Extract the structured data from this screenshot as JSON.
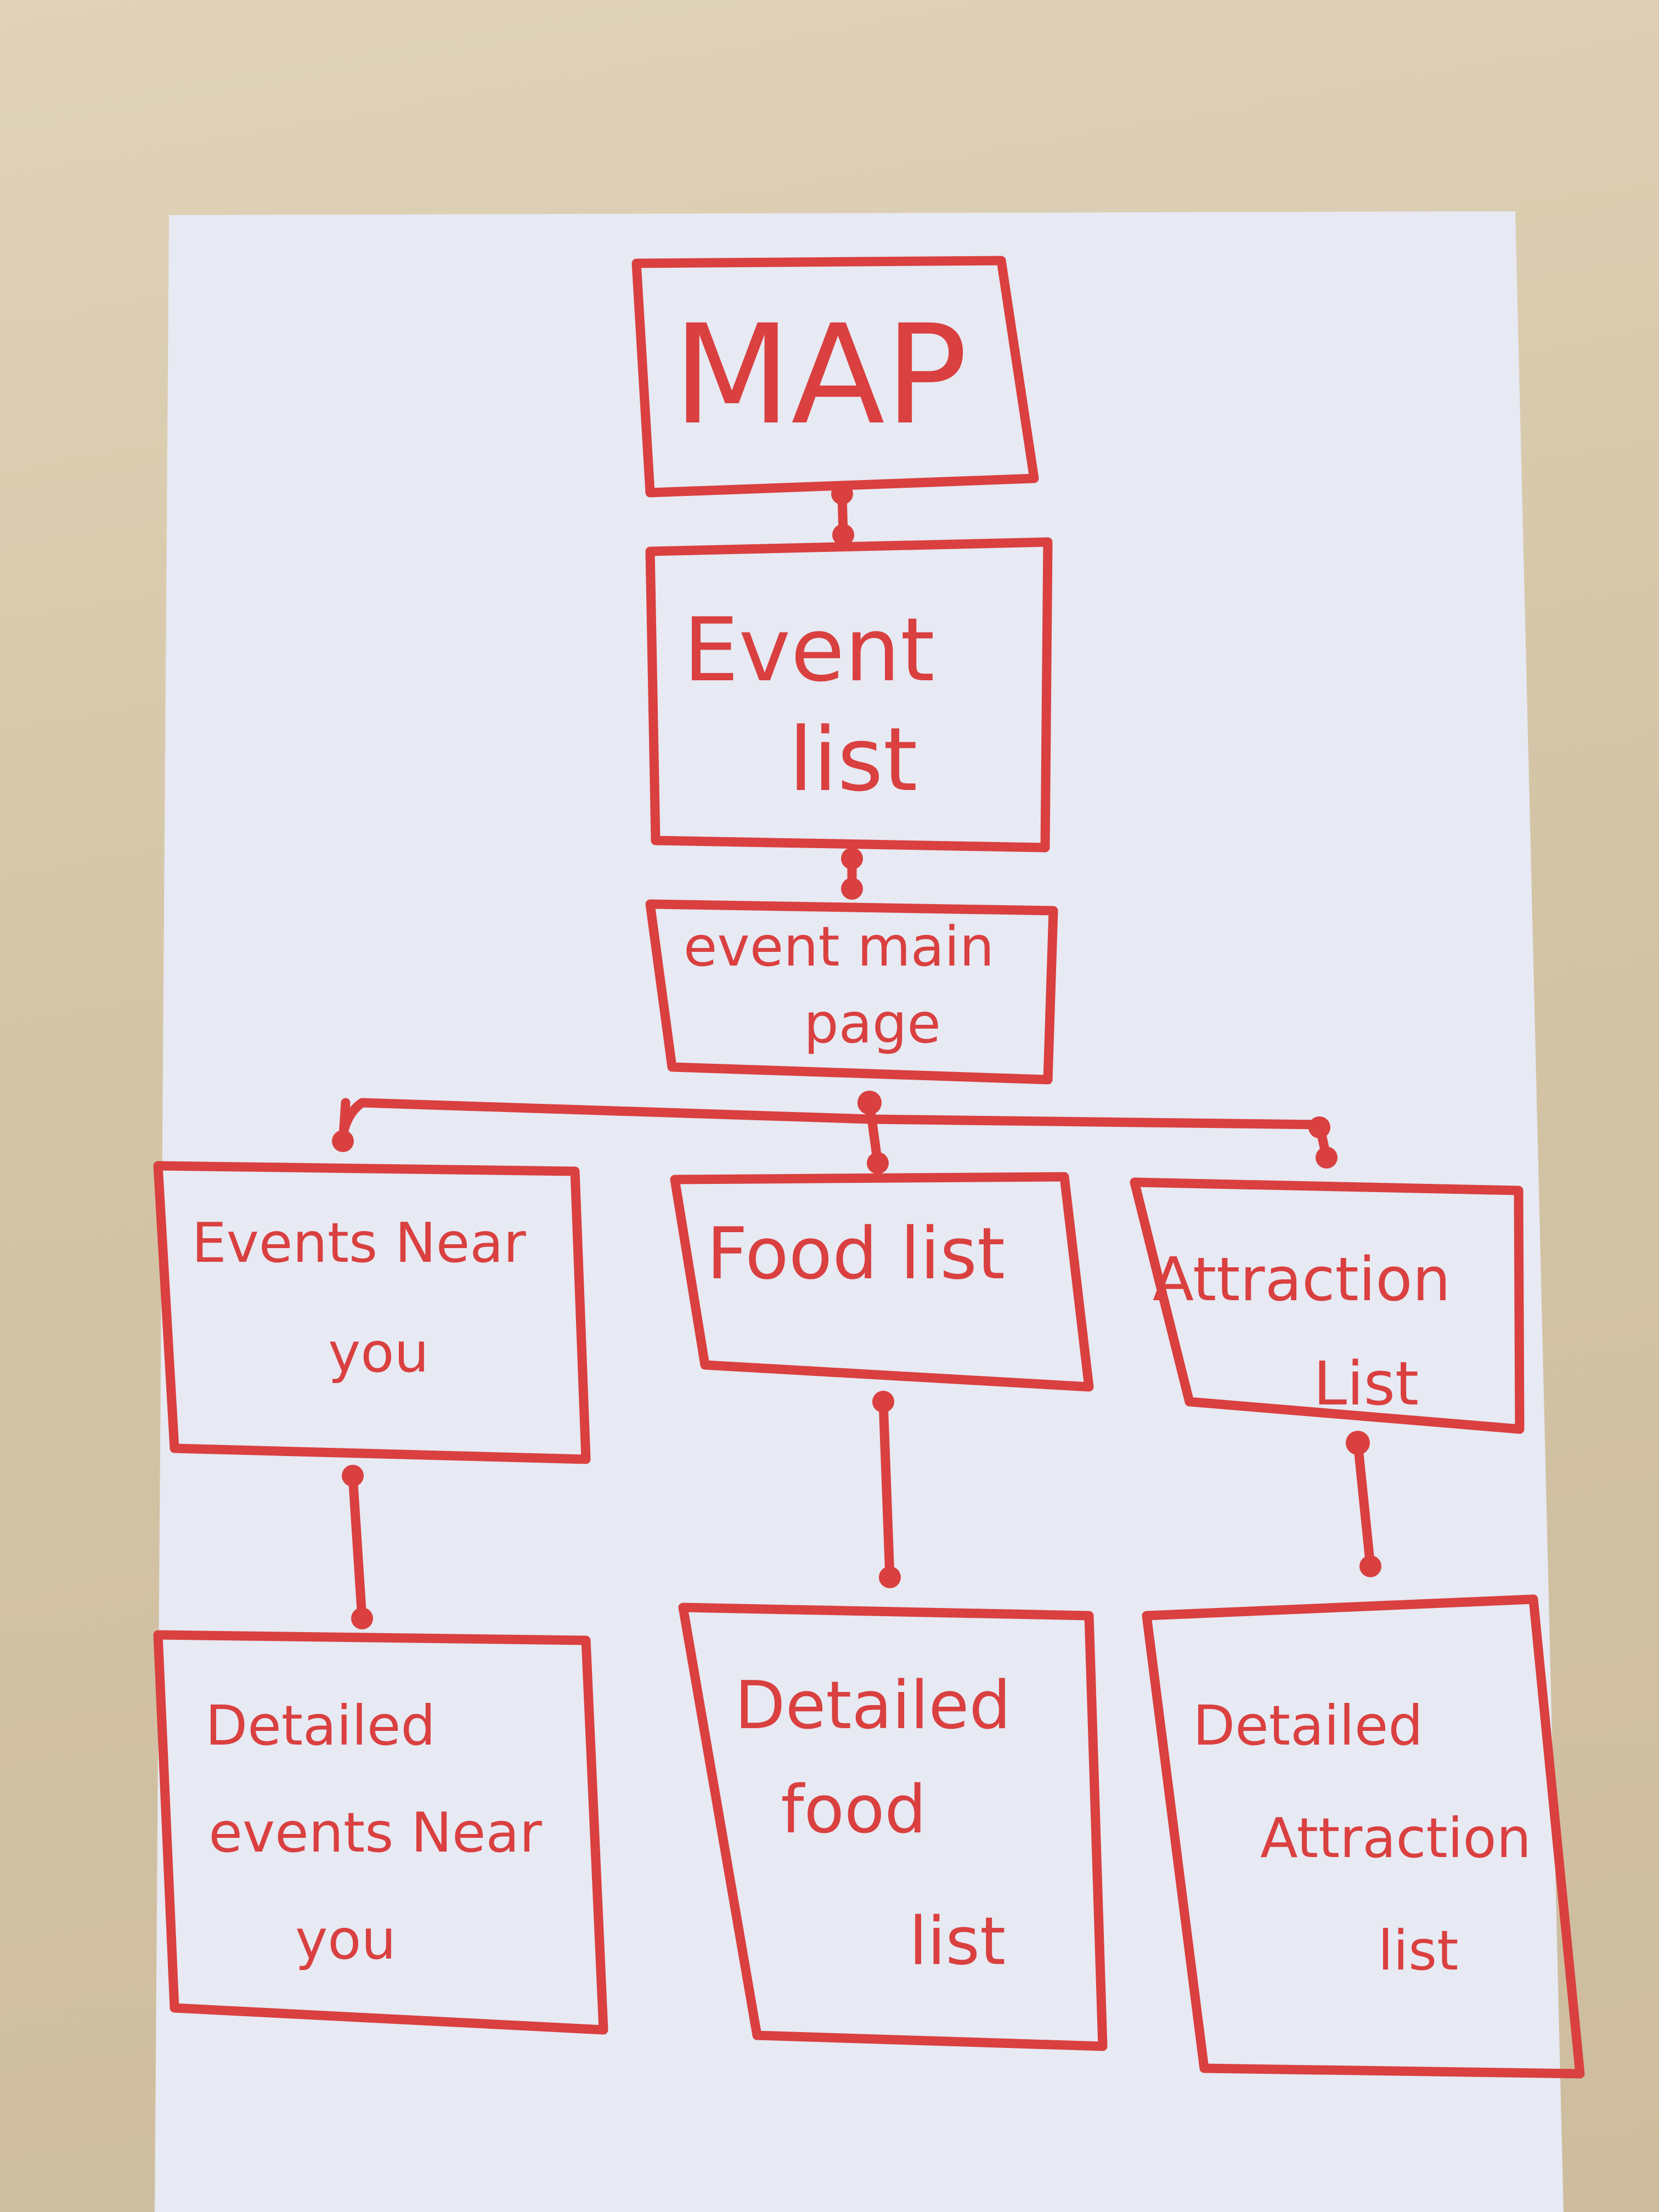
{
  "ink_color": "#d9403f",
  "paper_color": "#e7e9f3",
  "nodes": {
    "map": {
      "lines": [
        "MAP"
      ]
    },
    "event_list": {
      "lines": [
        "Event",
        "list"
      ]
    },
    "event_main_page": {
      "lines": [
        "event main",
        "page"
      ]
    },
    "events_near_you": {
      "lines": [
        "Events Near",
        "you"
      ]
    },
    "food_list": {
      "lines": [
        "Food list"
      ]
    },
    "attraction_list": {
      "lines": [
        "Attraction",
        "List"
      ]
    },
    "detailed_events_near_you": {
      "lines": [
        "Detailed",
        "events Near",
        "you"
      ]
    },
    "detailed_food_list": {
      "lines": [
        "Detailed",
        "food",
        "list"
      ]
    },
    "detailed_attraction_list": {
      "lines": [
        "Detailed",
        "Attraction",
        "list"
      ]
    }
  },
  "edges": [
    [
      "map",
      "event_list"
    ],
    [
      "event_list",
      "event_main_page"
    ],
    [
      "event_main_page",
      "events_near_you"
    ],
    [
      "event_main_page",
      "food_list"
    ],
    [
      "event_main_page",
      "attraction_list"
    ],
    [
      "events_near_you",
      "detailed_events_near_you"
    ],
    [
      "food_list",
      "detailed_food_list"
    ],
    [
      "attraction_list",
      "detailed_attraction_list"
    ]
  ]
}
